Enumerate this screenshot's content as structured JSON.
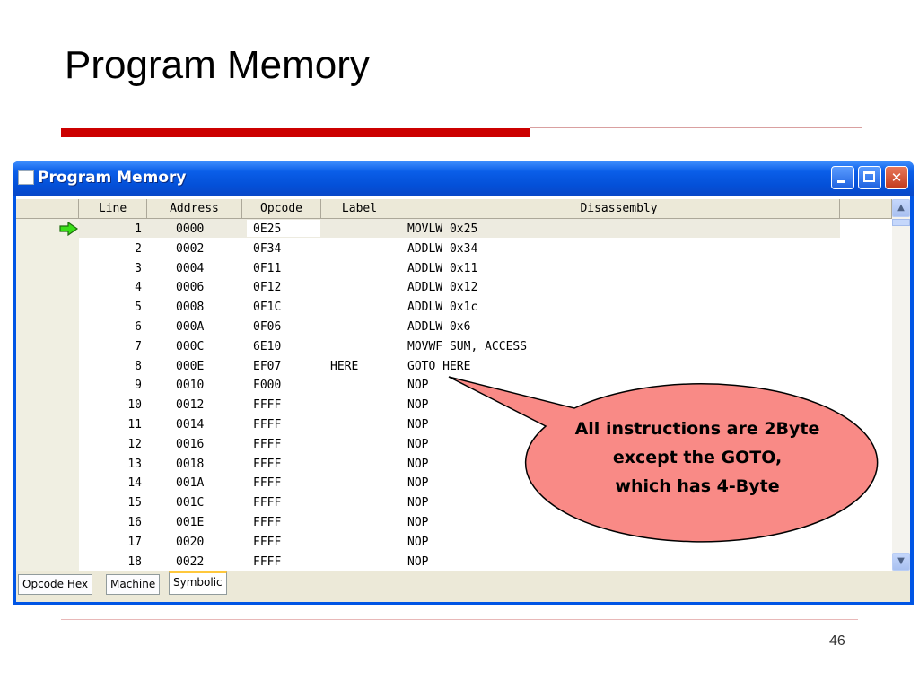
{
  "slide": {
    "title": "Program Memory",
    "page_number": "46"
  },
  "window": {
    "title": "Program Memory",
    "columns": [
      "Line",
      "Address",
      "Opcode",
      "Label",
      "Disassembly"
    ],
    "rows": [
      {
        "line": "1",
        "address": "0000",
        "opcode": "0E25",
        "label": "",
        "disassembly": "MOVLW 0x25"
      },
      {
        "line": "2",
        "address": "0002",
        "opcode": "0F34",
        "label": "",
        "disassembly": "ADDLW 0x34"
      },
      {
        "line": "3",
        "address": "0004",
        "opcode": "0F11",
        "label": "",
        "disassembly": "ADDLW 0x11"
      },
      {
        "line": "4",
        "address": "0006",
        "opcode": "0F12",
        "label": "",
        "disassembly": "ADDLW 0x12"
      },
      {
        "line": "5",
        "address": "0008",
        "opcode": "0F1C",
        "label": "",
        "disassembly": "ADDLW 0x1c"
      },
      {
        "line": "6",
        "address": "000A",
        "opcode": "0F06",
        "label": "",
        "disassembly": "ADDLW 0x6"
      },
      {
        "line": "7",
        "address": "000C",
        "opcode": "6E10",
        "label": "",
        "disassembly": "MOVWF SUM, ACCESS"
      },
      {
        "line": "8",
        "address": "000E",
        "opcode": "EF07",
        "label": "HERE",
        "disassembly": "GOTO HERE"
      },
      {
        "line": "9",
        "address": "0010",
        "opcode": "F000",
        "label": "",
        "disassembly": "NOP"
      },
      {
        "line": "10",
        "address": "0012",
        "opcode": "FFFF",
        "label": "",
        "disassembly": "NOP"
      },
      {
        "line": "11",
        "address": "0014",
        "opcode": "FFFF",
        "label": "",
        "disassembly": "NOP"
      },
      {
        "line": "12",
        "address": "0016",
        "opcode": "FFFF",
        "label": "",
        "disassembly": "NOP"
      },
      {
        "line": "13",
        "address": "0018",
        "opcode": "FFFF",
        "label": "",
        "disassembly": "NOP"
      },
      {
        "line": "14",
        "address": "001A",
        "opcode": "FFFF",
        "label": "",
        "disassembly": "NOP"
      },
      {
        "line": "15",
        "address": "001C",
        "opcode": "FFFF",
        "label": "",
        "disassembly": "NOP"
      },
      {
        "line": "16",
        "address": "001E",
        "opcode": "FFFF",
        "label": "",
        "disassembly": "NOP"
      },
      {
        "line": "17",
        "address": "0020",
        "opcode": "FFFF",
        "label": "",
        "disassembly": "NOP"
      },
      {
        "line": "18",
        "address": "0022",
        "opcode": "FFFF",
        "label": "",
        "disassembly": "NOP"
      }
    ],
    "current_line_icon": "arrow-right-icon",
    "tabs": [
      {
        "label": "Opcode Hex",
        "active": false
      },
      {
        "label": "Machine",
        "active": false
      },
      {
        "label": "Symbolic",
        "active": true
      }
    ]
  },
  "callout": {
    "lines": [
      "All instructions are 2Byte",
      "except the GOTO,",
      "which has 4-Byte"
    ],
    "fill_color": "#f98a86"
  },
  "colors": {
    "accent_red": "#cc0000",
    "titlebar_blue": "#0a5ee8"
  }
}
